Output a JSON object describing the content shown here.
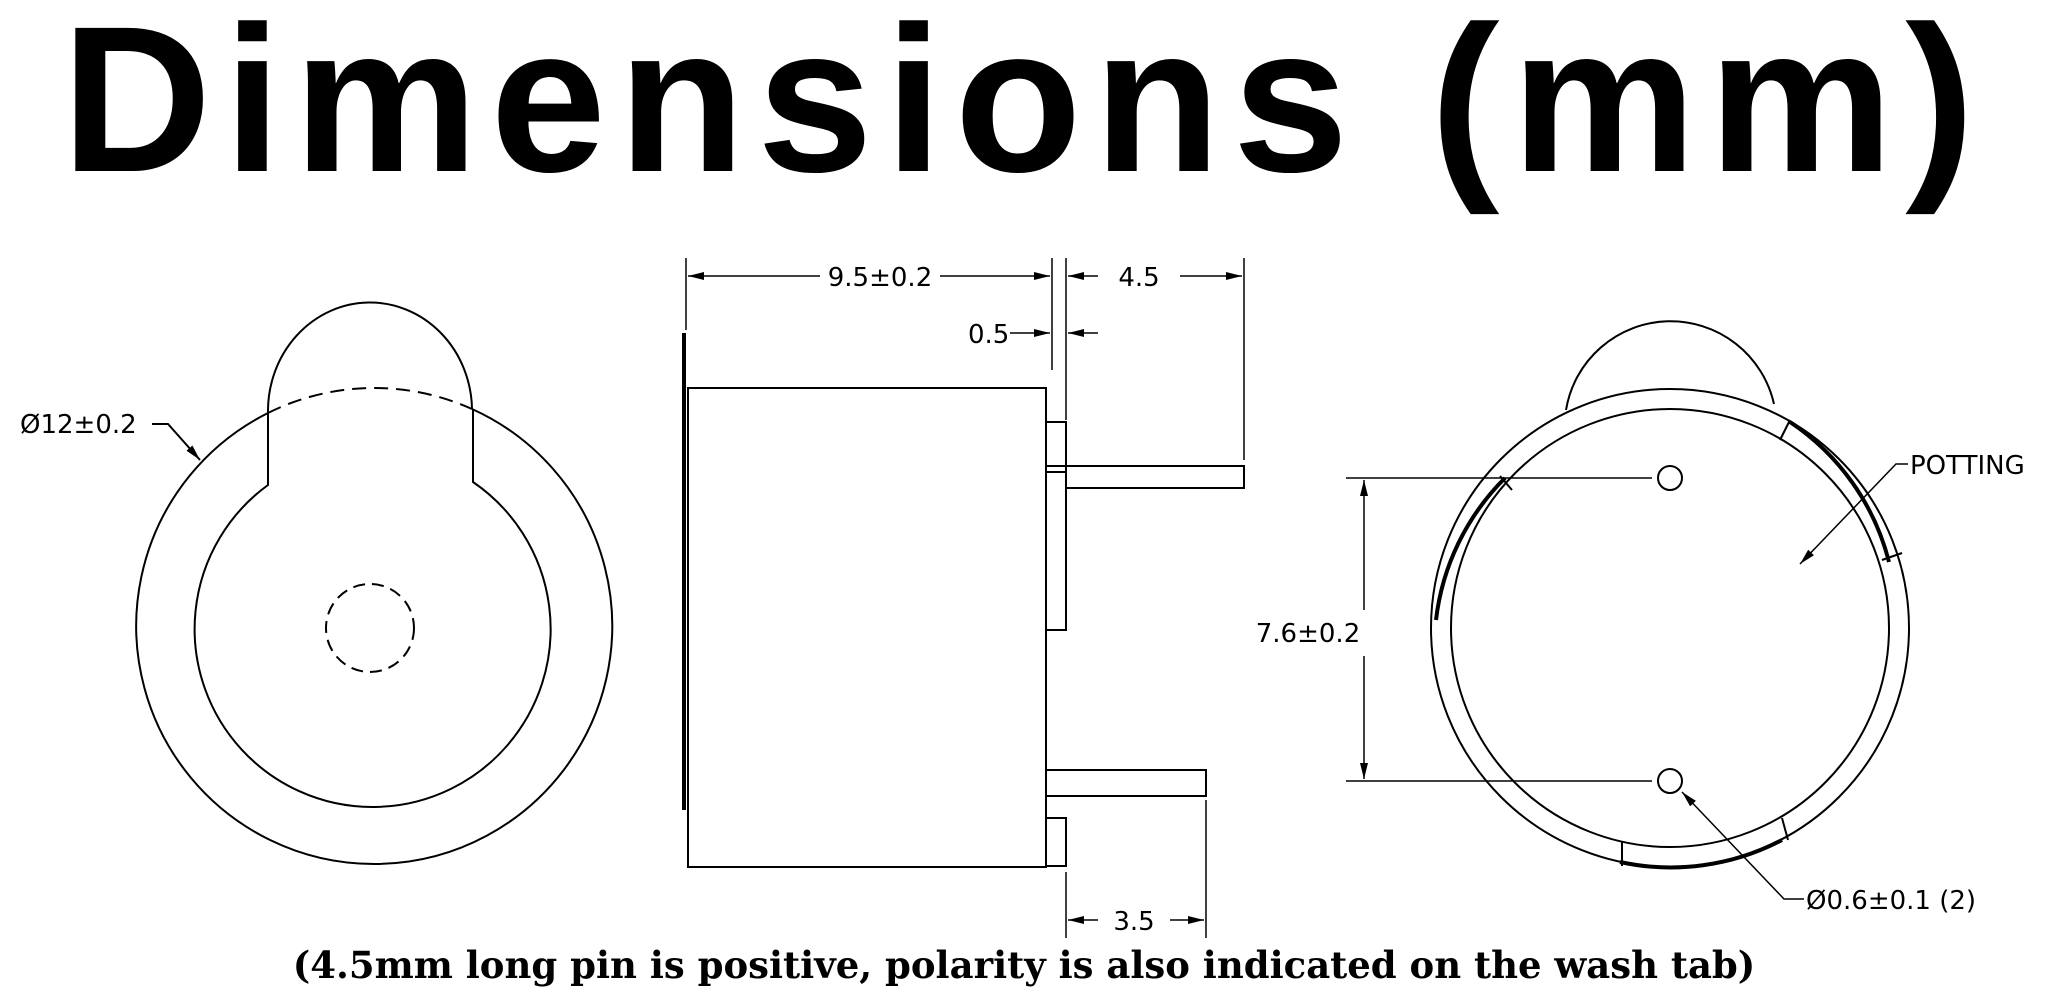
{
  "title": "Dimensions (mm)",
  "front_view": {
    "diameter_label": "Ø12±0.2"
  },
  "side_view": {
    "body_length_label": "9.5±0.2",
    "long_pin_label": "4.5",
    "gap_label": "0.5",
    "short_pin_label": "3.5"
  },
  "back_view": {
    "potting_label": "POTTING",
    "pin_spacing_label": "7.6±0.2",
    "pin_diameter_label": "Ø0.6±0.1 (2)"
  },
  "caption": "(4.5mm long pin is positive, polarity is also indicated on the wash tab)"
}
